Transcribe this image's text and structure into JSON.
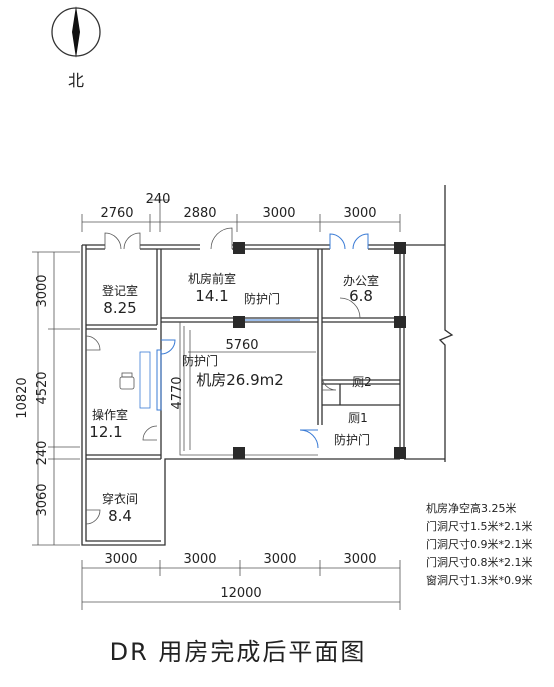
{
  "compass": {
    "label": "北"
  },
  "dims_top": [
    "2760",
    "240",
    "2880",
    "3000",
    "3000"
  ],
  "dims_left": [
    "10820",
    "3000",
    "4520",
    "240",
    "3060"
  ],
  "dims_bottom": [
    "3000",
    "3000",
    "3000",
    "3000"
  ],
  "dim_total": "12000",
  "dim_inner_h": "5760",
  "dim_inner_v": "4770",
  "rooms": {
    "registration": {
      "name": "登记室",
      "area": "8.25"
    },
    "front": {
      "name": "机房前室",
      "area": "14.1"
    },
    "office": {
      "name": "办公室",
      "area": "6.8"
    },
    "control": {
      "name": "操作室",
      "area": "12.1"
    },
    "machine": {
      "label": "机房26.9m2"
    },
    "changing": {
      "name": "穿衣间",
      "area": "8.4"
    },
    "restroom2": {
      "label": "厕2"
    },
    "restroom1": {
      "label": "厕1"
    }
  },
  "protect_door_label": "防护门",
  "notes": [
    "机房净空高3.25米",
    "门洞尺寸1.5米*2.1米",
    "门洞尺寸0.9米*2.1米",
    "门洞尺寸0.8米*2.1米",
    "窗洞尺寸1.3米*0.9米"
  ],
  "title": "DR 用房完成后平面图"
}
